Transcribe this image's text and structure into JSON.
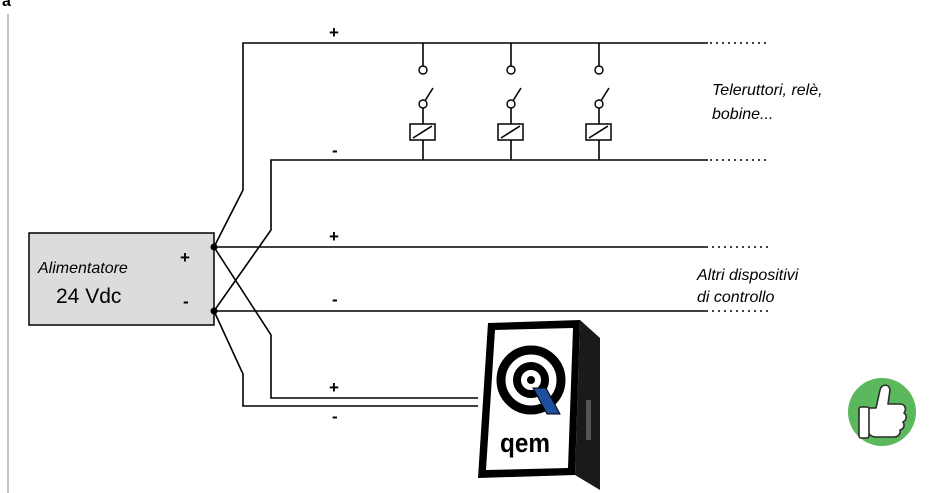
{
  "diagram": {
    "top_left_fragment": "a",
    "power_supply": {
      "title": "Alimentatore",
      "voltage": "24 Vdc",
      "plus": "+",
      "minus": "-"
    },
    "bus_relays": {
      "plus": "+",
      "minus": "-",
      "caption_line1": "Teleruttori, relè,",
      "caption_line2": "bobine..."
    },
    "bus_devices": {
      "plus": "+",
      "minus": "-",
      "caption_line1": "Altri dispositivi",
      "caption_line2": "di controllo"
    },
    "bus_qem": {
      "plus": "+",
      "minus": "-"
    },
    "qem_device": {
      "logo_text": "qem"
    },
    "colors": {
      "line": "#000000",
      "box_fill": "#dcdcdc",
      "qem_blue": "#1e4f9c",
      "badge_green": "#5cb85c"
    },
    "icons": [
      "thumbs-up-icon",
      "qem-logo-icon",
      "relay-coil-icon",
      "switch-icon"
    ]
  }
}
